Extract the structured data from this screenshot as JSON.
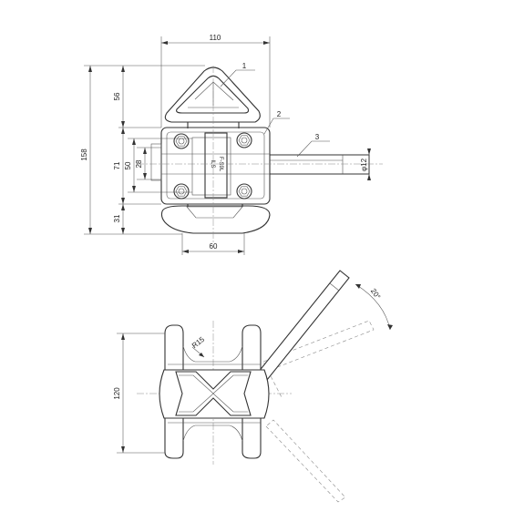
{
  "front_view": {
    "dimensions": {
      "overall_width": "110",
      "top_height": "56",
      "total_height": "158",
      "body_height": "71",
      "inner_height": "50",
      "slot_height": "28",
      "bottom_height": "31",
      "bottom_width": "60",
      "pin_diameter": "φ12"
    },
    "callouts": {
      "cone": "1",
      "body": "2",
      "handle": "3"
    },
    "body_marking": [
      "ILS",
      "F-S9L"
    ]
  },
  "side_view": {
    "dimensions": {
      "height": "120",
      "radius": "R15",
      "angle": "20°"
    }
  }
}
